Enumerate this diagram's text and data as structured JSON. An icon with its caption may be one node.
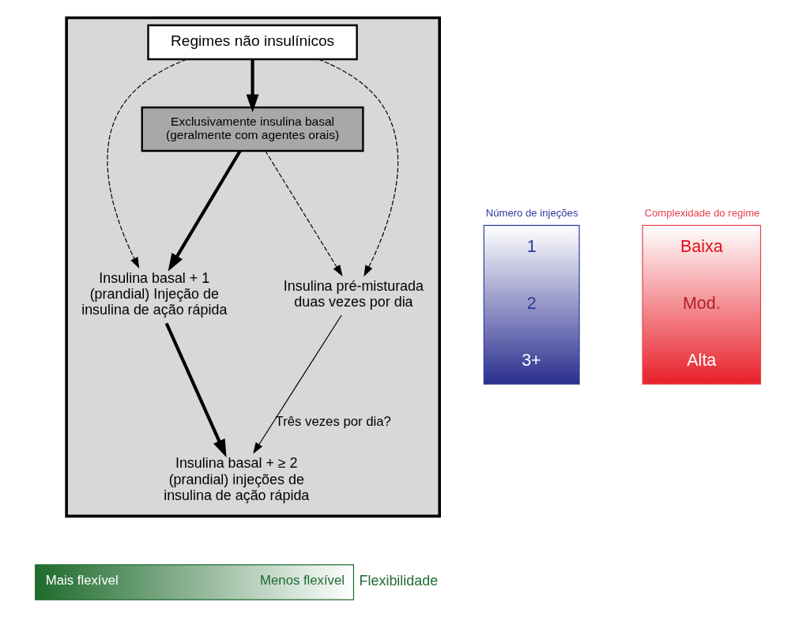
{
  "diagram": {
    "nodes": [
      {
        "text": [],
        "shape": "box"
      },
      {
        "text": [
          "Regimes não insulínicos"
        ],
        "in": 0
      },
      {
        "text": [
          "Exclusivamente insulina basal",
          "(geralmente com agentes orais)"
        ],
        "in": 0
      },
      {
        "text": [
          "Insulina basal + 1 (prandial) Injeção de insulina de ação rápida"
        ],
        "in": 0
      },
      {
        "text": [
          "Insulina pré-misturada duas vezes por dia"
        ],
        "in": 0
      },
      {
        "text": [
          "Insulina basal + ≥ 2 (prandial) injeções de insulina de ação rápida"
        ],
        "in": 0
      },
      {
        "text": [
          "Número de injeções",
          "1",
          "2",
          "3+"
        ]
      },
      {
        "text": [
          "Complexidade do regime",
          "Baixa",
          "Mod.",
          "Alta"
        ]
      },
      {
        "text": [
          "Mais flexível",
          "Menos flexível"
        ],
        "beside": [
          "Flexibilidade"
        ]
      }
    ],
    "edges": [
      {
        "from": 1,
        "to": 2,
        "arrow": "to",
        "style": "thick"
      },
      {
        "from": 1,
        "to": 3,
        "arrow": "to",
        "style": "dashed"
      },
      {
        "from": 1,
        "to": 4,
        "arrow": "to",
        "style": "dashed"
      },
      {
        "from": 2,
        "to": 3,
        "arrow": "to",
        "style": "thick"
      },
      {
        "from": 2,
        "to": 4,
        "arrow": "to",
        "style": "dashed"
      },
      {
        "from": 3,
        "to": 5,
        "arrow": "to",
        "style": "thick"
      },
      {
        "from": 4,
        "to": 5,
        "arrow": "to",
        "label": "Três vezes por dia?"
      }
    ]
  }
}
